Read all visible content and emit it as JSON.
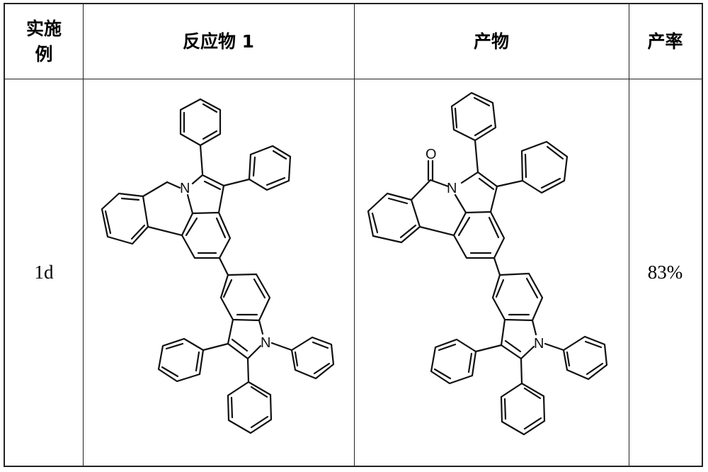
{
  "table": {
    "headers": [
      "实施例",
      "反应物 1",
      "产物",
      "产率"
    ],
    "header_example_lines": [
      "实施",
      "例"
    ],
    "rows": [
      {
        "example": "1d",
        "reactant_1": {
          "structure": "reactant-1d-structure",
          "atom_labels": [
            "N",
            "N"
          ]
        },
        "product": {
          "structure": "product-1d-structure",
          "atom_labels": [
            "O",
            "N",
            "N"
          ]
        },
        "yield": "83%"
      }
    ]
  }
}
